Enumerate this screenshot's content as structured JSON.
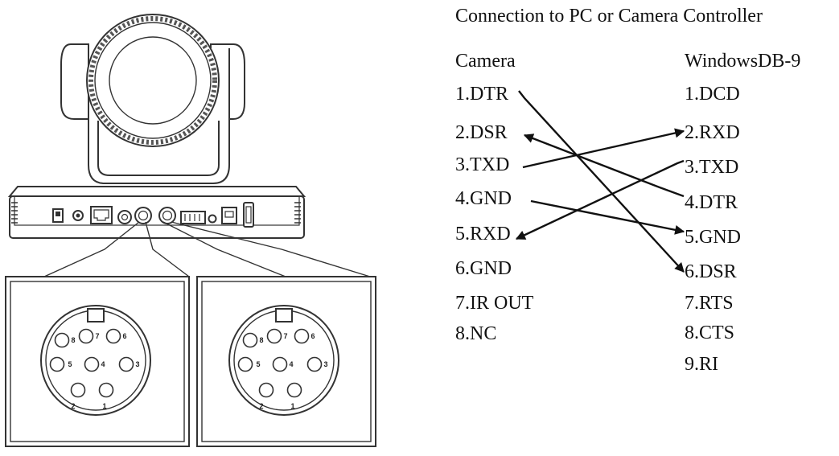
{
  "title": "Connection to PC or Camera Controller",
  "camera_header": "Camera",
  "db9_header": "WindowsDB-9",
  "camera_pins": [
    "1.DTR",
    "2.DSR",
    "3.TXD",
    "4.GND",
    "5.RXD",
    "6.GND",
    "7.IR OUT",
    "8.NC"
  ],
  "db9_pins": [
    "1.DCD",
    "2.RXD",
    "3.TXD",
    "4.DTR",
    "5.GND",
    "6.DSR",
    "7.RTS",
    "8.CTS",
    "9.RI"
  ],
  "connector_pin_labels": [
    "8",
    "7",
    "6",
    "5",
    "4",
    "3",
    "2",
    "1"
  ],
  "colors": {
    "line": "#111111",
    "device_fill": "#ffffff",
    "device_stroke": "#333333"
  }
}
